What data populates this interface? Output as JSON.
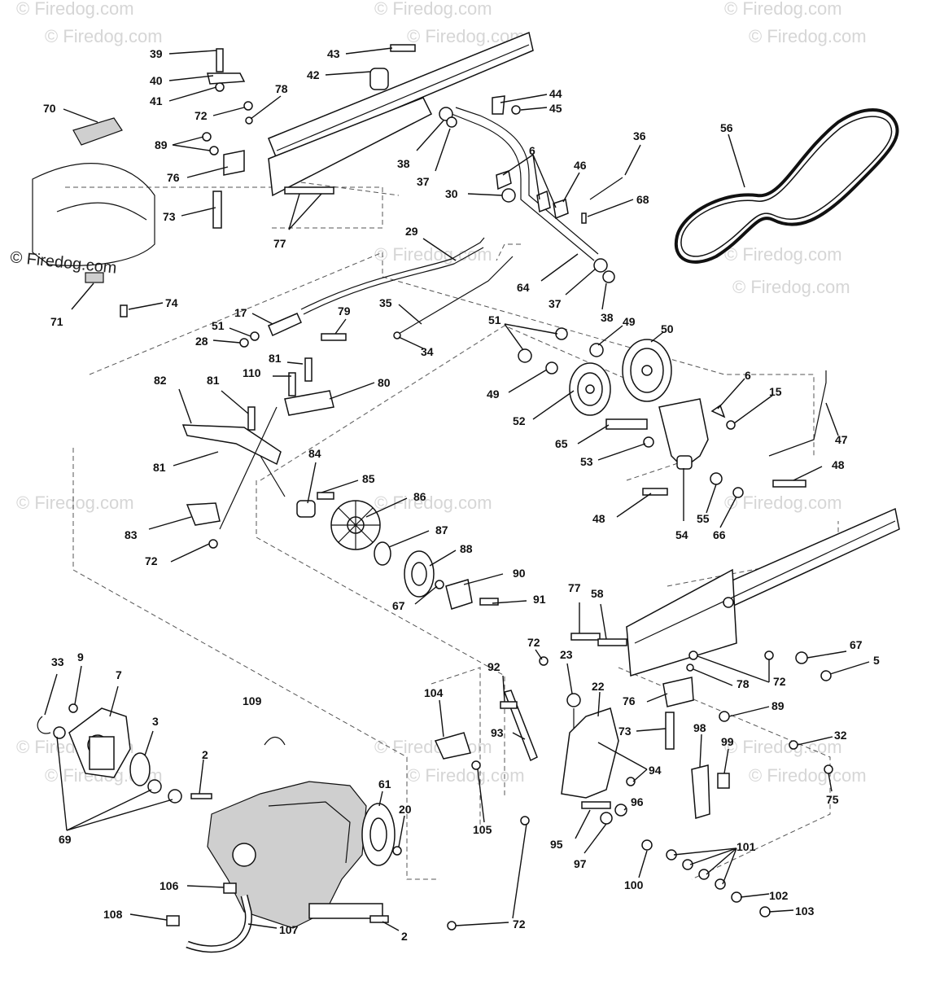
{
  "watermark": "© Firedog.com",
  "watermark_small": "© Firedog.com",
  "callouts": [
    "39",
    "40",
    "41",
    "43",
    "42",
    "44",
    "45",
    "70",
    "72",
    "78",
    "89",
    "76",
    "73",
    "77",
    "38",
    "37",
    "6",
    "30",
    "46",
    "36",
    "68",
    "56",
    "71",
    "74",
    "29",
    "64",
    "37",
    "38",
    "17",
    "51",
    "28",
    "79",
    "35",
    "34",
    "51",
    "49",
    "50",
    "81",
    "110",
    "80",
    "49",
    "52",
    "6",
    "15",
    "82",
    "81",
    "65",
    "53",
    "47",
    "48",
    "81",
    "84",
    "85",
    "86",
    "54",
    "55",
    "66",
    "48",
    "83",
    "72",
    "87",
    "88",
    "90",
    "67",
    "91",
    "77",
    "58",
    "67",
    "5",
    "72",
    "78",
    "76",
    "89",
    "73",
    "33",
    "9",
    "7",
    "109",
    "3",
    "2",
    "92",
    "72",
    "104",
    "23",
    "22",
    "93",
    "94",
    "98",
    "99",
    "32",
    "75",
    "69",
    "61",
    "20",
    "105",
    "96",
    "95",
    "97",
    "101",
    "100",
    "102",
    "103",
    "106",
    "108",
    "107",
    "72",
    "2"
  ]
}
